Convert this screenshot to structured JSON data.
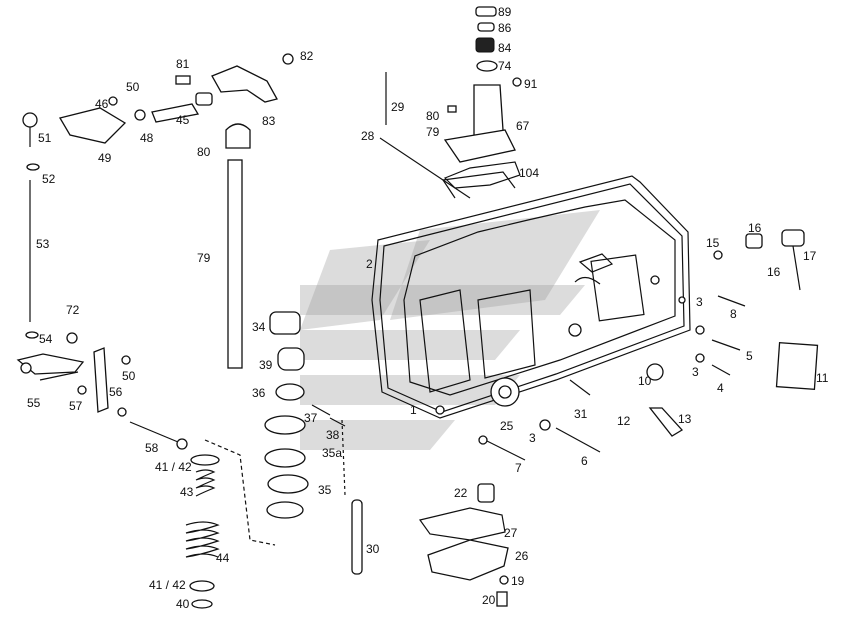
{
  "labels": {
    "l89": "89",
    "l86": "86",
    "l84": "84",
    "l74": "74",
    "l91": "91",
    "l82": "82",
    "l81": "81",
    "l50a": "50",
    "l83": "83",
    "l46": "46",
    "l48": "48",
    "l45": "45",
    "l51": "51",
    "l49": "49",
    "l80a": "80",
    "l29": "29",
    "l28": "28",
    "l80b": "80",
    "l79a": "79",
    "l67": "67",
    "l104": "104",
    "l52": "52",
    "l53": "53",
    "l79b": "79",
    "l2": "2",
    "l1": "1",
    "l15": "15",
    "l16a": "16",
    "l16b": "16",
    "l17": "17",
    "l8": "8",
    "l5": "5",
    "l3a": "3",
    "l3b": "3",
    "l4": "4",
    "l11": "11",
    "l10": "10",
    "l12": "12",
    "l13": "13",
    "l31": "31",
    "l25": "25",
    "l3c": "3",
    "l6": "6",
    "l7": "7",
    "l72": "72",
    "l54": "54",
    "l50b": "50",
    "l55": "55",
    "l56": "56",
    "l57": "57",
    "l34": "34",
    "l39": "39",
    "l36": "36",
    "l37": "37",
    "l38": "38",
    "l35a": "35a",
    "l35": "35",
    "l58": "58",
    "l4142a": "41 / 42",
    "l43": "43",
    "l44": "44",
    "l4142b": "41 / 42",
    "l40": "40",
    "l30": "30",
    "l22": "22",
    "l27": "27",
    "l26": "26",
    "l19": "19",
    "l20": "20"
  }
}
